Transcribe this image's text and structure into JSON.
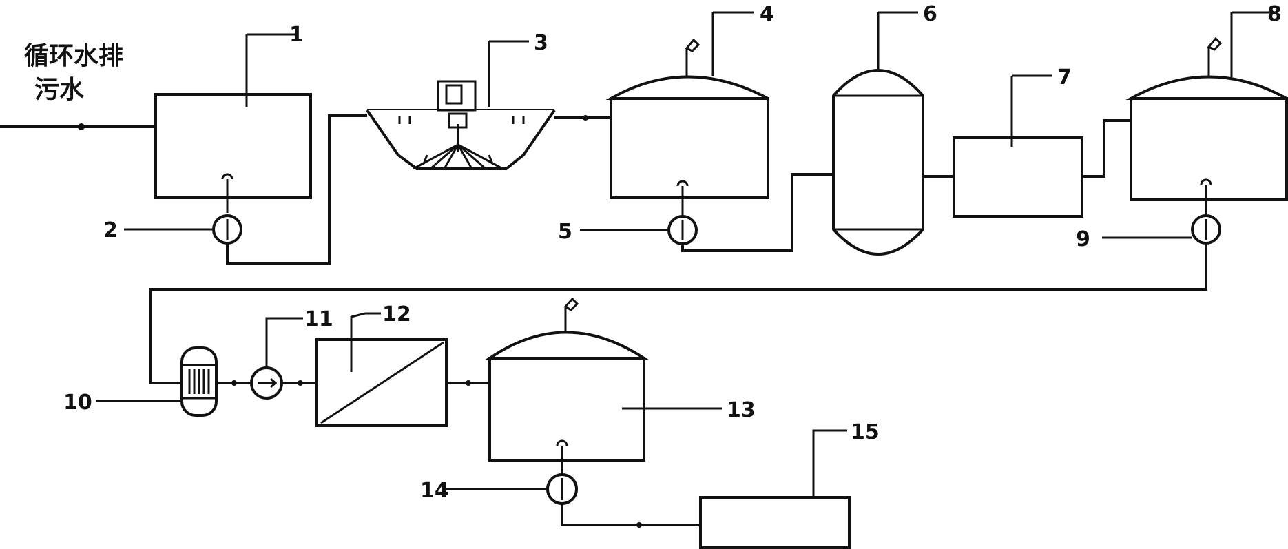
{
  "inlet_label": [
    "循环水排",
    "污水"
  ],
  "callouts": [
    "1",
    "2",
    "3",
    "4",
    "5",
    "6",
    "7",
    "8",
    "9",
    "10",
    "11",
    "12",
    "13",
    "14",
    "15"
  ],
  "colors": {
    "line": "#111111",
    "background": "#ffffff"
  }
}
